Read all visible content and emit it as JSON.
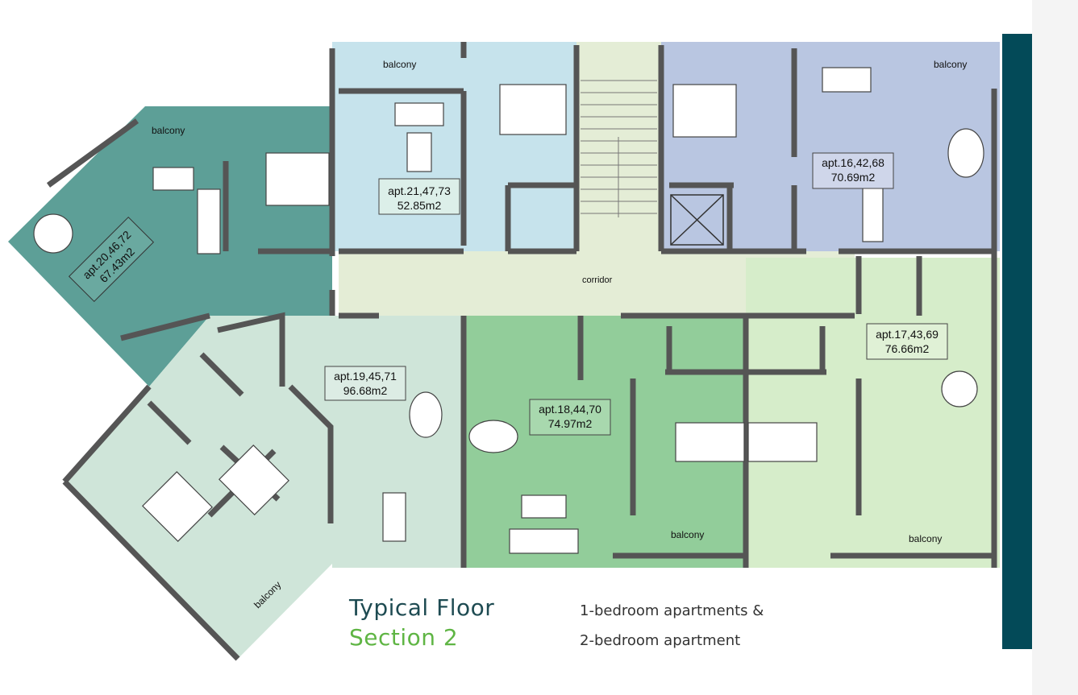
{
  "colors": {
    "apt_blue": "#c6e3ec",
    "apt_lavender": "#b9c6e1",
    "apt_teal": "#5d9f97",
    "apt_mint": "#cfe5d9",
    "apt_green": "#92cd9a",
    "apt_lightgreen": "#d6edca",
    "corridor": "#e4edd6",
    "wall": "#555555",
    "accent_bar": "#034a58",
    "title_dark": "#1e4b52",
    "title_green": "#5fb544"
  },
  "title": {
    "line1": "Typical Floor",
    "line2": "Section 2"
  },
  "description": {
    "line1": "1-bedroom apartments &",
    "line2": "2-bedroom apartment"
  },
  "plan": {
    "corridor": "corridor",
    "balcony": "balcony",
    "apartments": [
      {
        "id": "apt-21",
        "name": "apt.21,47,73",
        "area": "52.85m2"
      },
      {
        "id": "apt-16",
        "name": "apt.16,42,68",
        "area": "70.69m2"
      },
      {
        "id": "apt-20",
        "name": "apt.20,46,72",
        "area": "67.43m2"
      },
      {
        "id": "apt-19",
        "name": "apt.19,45,71",
        "area": "96.68m2"
      },
      {
        "id": "apt-18",
        "name": "apt.18,44,70",
        "area": "74.97m2"
      },
      {
        "id": "apt-17",
        "name": "apt.17,43,69",
        "area": "76.66m2"
      }
    ]
  }
}
